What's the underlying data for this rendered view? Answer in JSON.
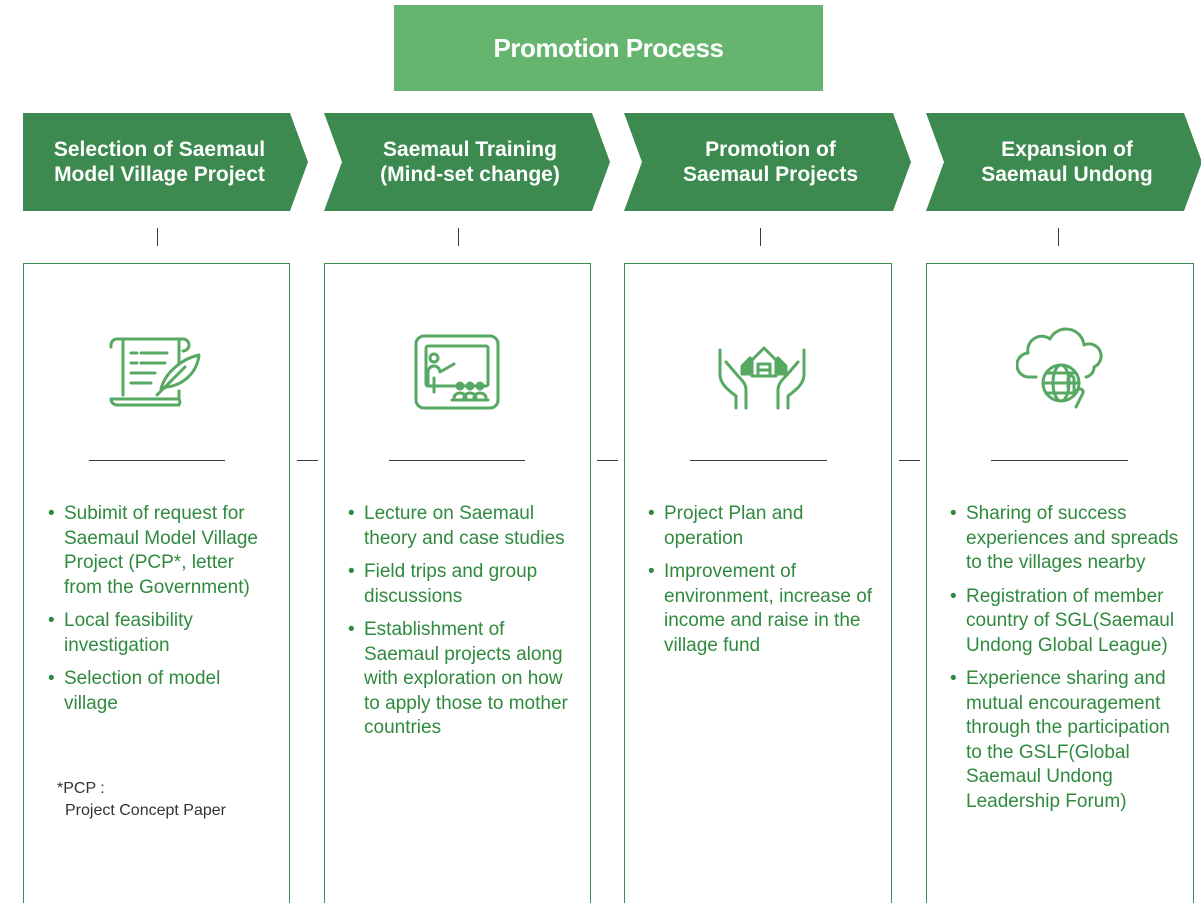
{
  "title": "Promotion Process",
  "colors": {
    "title_bg": "#65b56e",
    "arrow_bg": "#3c8a4f",
    "list_text": "#2f8a3e",
    "icon_stroke": "#57a862"
  },
  "stages": [
    {
      "heading_line1": "Selection of Saemaul",
      "heading_line2": "Model Village Project",
      "icon": "scroll-quill-icon",
      "items": [
        "Subimit of request for Saemaul Model Village Project (PCP*, letter from the Government)",
        "Local feasibility investigation",
        "Selection of model village"
      ]
    },
    {
      "heading_line1": "Saemaul Training",
      "heading_line2": "(Mind-set change)",
      "icon": "lecture-presentation-icon",
      "items": [
        "Lecture on Saemaul theory and case studies",
        "Field trips and group discussions",
        "Establishment of Saemaul projects along with exploration on how to apply those to mother countries"
      ]
    },
    {
      "heading_line1": "Promotion of",
      "heading_line2": "Saemaul Projects",
      "icon": "hands-holding-houses-icon",
      "items": [
        "Project Plan and operation",
        "Improvement of environment, increase of income and raise in the village fund"
      ]
    },
    {
      "heading_line1": "Expansion of",
      "heading_line2": "Saemaul Undong",
      "icon": "cloud-globe-touch-icon",
      "items": [
        "Sharing of success experiences and spreads to the  villages nearby",
        "Registration of member country of SGL(Saemaul Undong Global League)",
        "Experience sharing and mutual encouragement through the participation to the GSLF(Global Saemaul Undong Leadership Forum)"
      ]
    }
  ],
  "footnote": {
    "line1": "*PCP :",
    "line2": "Project Concept Paper"
  }
}
